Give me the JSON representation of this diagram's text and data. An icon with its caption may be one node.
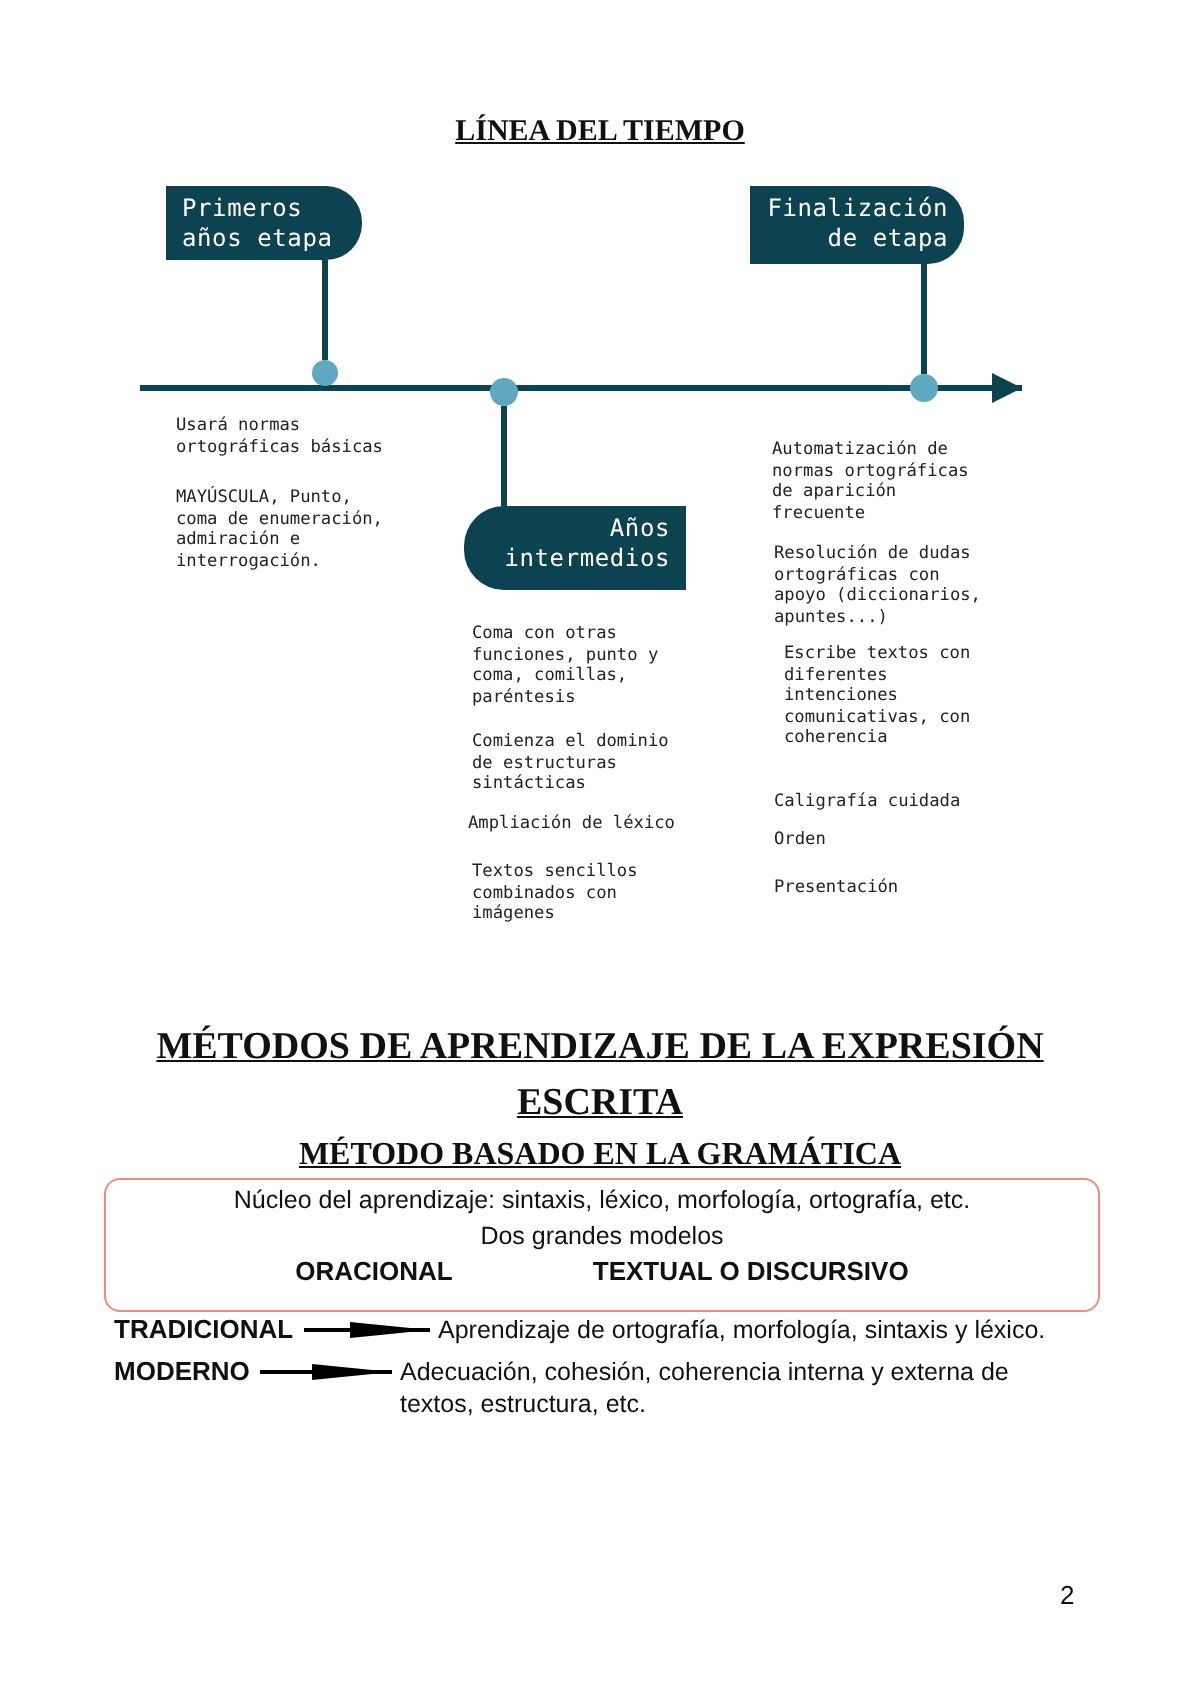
{
  "diagram": {
    "title": "LÍNEA DEL TIEMPO",
    "nodes": [
      {
        "text": [
          "Primeros años etapa"
        ],
        "beside": [
          "Usará normas ortográficas básicas",
          "MAYÚSCULA, Punto, coma de enumeración, admiración e interrogación."
        ]
      },
      {
        "text": [
          "Años intermedios"
        ],
        "beside": [
          "Coma con otras funciones, punto y coma, comillas, paréntesis",
          "Comienza el dominio de estructuras sintácticas",
          "Ampliación de léxico",
          "Textos sencillos combinados con imágenes"
        ]
      },
      {
        "text": [
          "Finalización de etapa"
        ],
        "beside": [
          "Automatización de normas ortográficas de aparición frecuente",
          "Resolución de dudas ortográficas con apoyo (diccionarios, apuntes...)",
          "Escribe textos con diferentes intenciones comunicativas, con coherencia",
          "Caligrafía cuidada",
          "Orden",
          "Presentación"
        ]
      },
      {
        "text": [],
        "shape": "circle"
      },
      {
        "text": [],
        "shape": "circle"
      },
      {
        "text": [],
        "shape": "circle"
      },
      {
        "text": [
          "Núcleo del aprendizaje: sintaxis, léxico, morfología, ortografía, etc.",
          "Dos grandes modelos",
          "ORACIONAL",
          "TEXTUAL O DISCURSIVO"
        ]
      },
      {
        "text": [
          "TRADICIONAL"
        ]
      },
      {
        "text": [
          "Aprendizaje de ortografía, morfología, sintaxis y léxico."
        ]
      },
      {
        "text": [
          "MODERNO"
        ]
      },
      {
        "text": [
          "Adecuación, cohesión, coherencia interna y externa de textos, estructura, etc."
        ]
      }
    ],
    "edges": [
      {
        "from": 0,
        "to": 3,
        "arrow": "none"
      },
      {
        "from": 1,
        "to": 4,
        "arrow": "none"
      },
      {
        "from": 2,
        "to": 5,
        "arrow": "none"
      },
      {
        "from": 7,
        "to": 8,
        "arrow": "to"
      },
      {
        "from": 9,
        "to": 10,
        "arrow": "to"
      }
    ],
    "labels": [
      "MÉTODOS DE APRENDIZAJE DE LA EXPRESIÓN ESCRITA",
      "MÉTODO BASADO EN LA GRAMÁTICA",
      "2"
    ]
  }
}
